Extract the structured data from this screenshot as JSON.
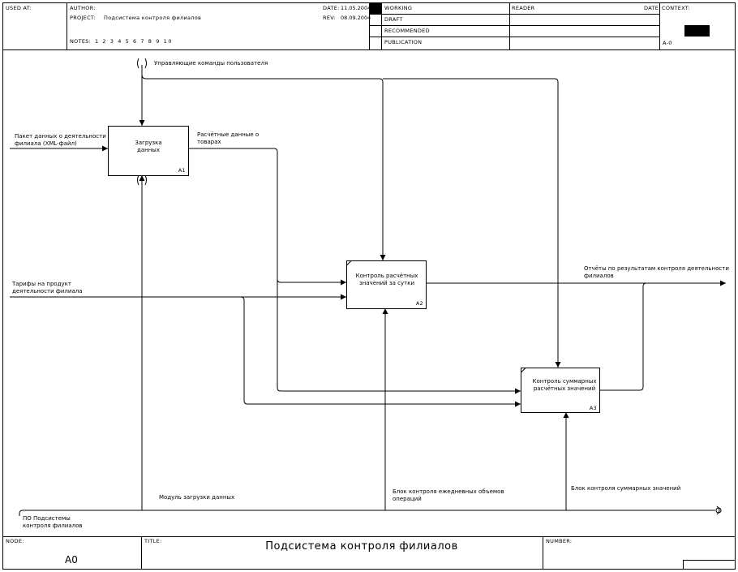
{
  "header": {
    "used_at": "USED AT:",
    "author_label": "AUTHOR:",
    "project_label": "PROJECT:",
    "project_value": "Подсистема контроля филиалов",
    "notes_label": "NOTES:",
    "notes_numbers": "1 2 3 4 5 6 7 8 9 10",
    "date_label": "DATE:",
    "date_value": "11.05.2004",
    "rev_label": "REV:",
    "rev_value": "08.09.2004",
    "status_working": "WORKING",
    "status_draft": "DRAFT",
    "status_recommended": "RECOMMENDED",
    "status_publication": "PUBLICATION",
    "reader_label": "READER",
    "reader_date_label": "DATE",
    "context_label": "CONTEXT:",
    "context_node": "A-0"
  },
  "footer": {
    "node_label": "NODE:",
    "node_value": "A0",
    "title_label": "TITLE:",
    "title_value": "Подсистема контроля филиалов",
    "number_label": "NUMBER:"
  },
  "boxes": {
    "a1": {
      "line1": "Загрузка",
      "line2": "данных",
      "id": "A1"
    },
    "a2": {
      "line1": "Контроль расчётных",
      "line2": "значений за сутки",
      "id": "A2"
    },
    "a3": {
      "line1": "Контроль суммарных",
      "line2": "расчётных значений",
      "id": "A3"
    }
  },
  "arrows": {
    "control": "Управляющие команды пользователя",
    "input_data_1": "Пакет данных о деятельности",
    "input_data_2": "филиала (XML-файл)",
    "calc_data_1": "Расчётные данные о",
    "calc_data_2": "товарах",
    "tariffs_1": "Тарифы на продукт",
    "tariffs_2": "деятельности филиала",
    "reports_1": "Отчёты по результатам контроля деятельности",
    "reports_2": "филиалов",
    "module_load": "Модуль загрузки данных",
    "block_daily_1": "Блок контроля ежедневных объемов",
    "block_daily_2": "операций",
    "block_total": "Блок контроля суммарных значений",
    "software_1": "ПО Подсистемы",
    "software_2": "контроля филиалов"
  }
}
